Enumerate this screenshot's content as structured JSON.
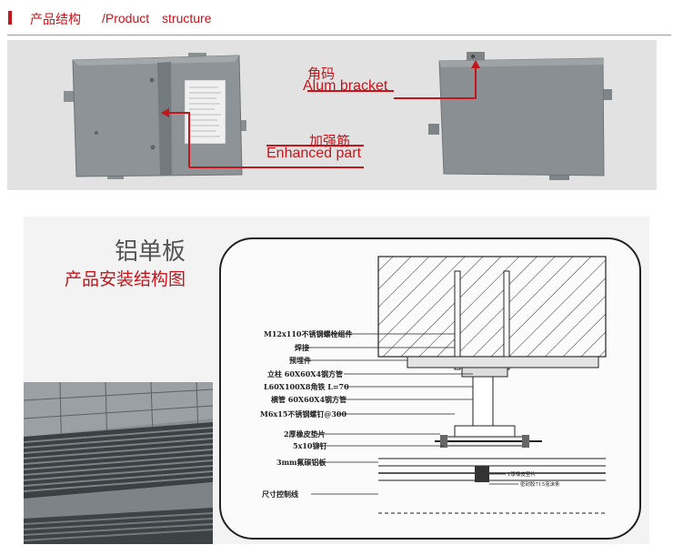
{
  "header": {
    "title_cn": "产品结构",
    "title_en": "/Product  structure"
  },
  "panel1": {
    "bracket_cn": "角码",
    "bracket_en": "Alum bracket",
    "rib_cn": "加强筋",
    "rib_en": "Enhanced part"
  },
  "panel2": {
    "title": "铝单板",
    "subtitle": "产品安装结构图",
    "drawing_labels": [
      "M12x110不锈钢螺栓组件",
      "焊接",
      "预埋件",
      "立柱 60X60X4钢方管",
      "L60X100X8角铁 L=70",
      "横管 60X60X4钢方管",
      "M6x15不锈钢螺钉@300",
      "2厚橡皮垫片",
      "5x10铆钉",
      "3mm氟碳铝板",
      "尺寸控制线"
    ],
    "drawing_small": {
      "pad": "1厚橡皮垫片",
      "sealant": "密封胶715泡沫条"
    }
  },
  "colors": {
    "accent": "#c3151b",
    "panel_bg": "#e2e2e2",
    "text_gray": "#555555"
  }
}
